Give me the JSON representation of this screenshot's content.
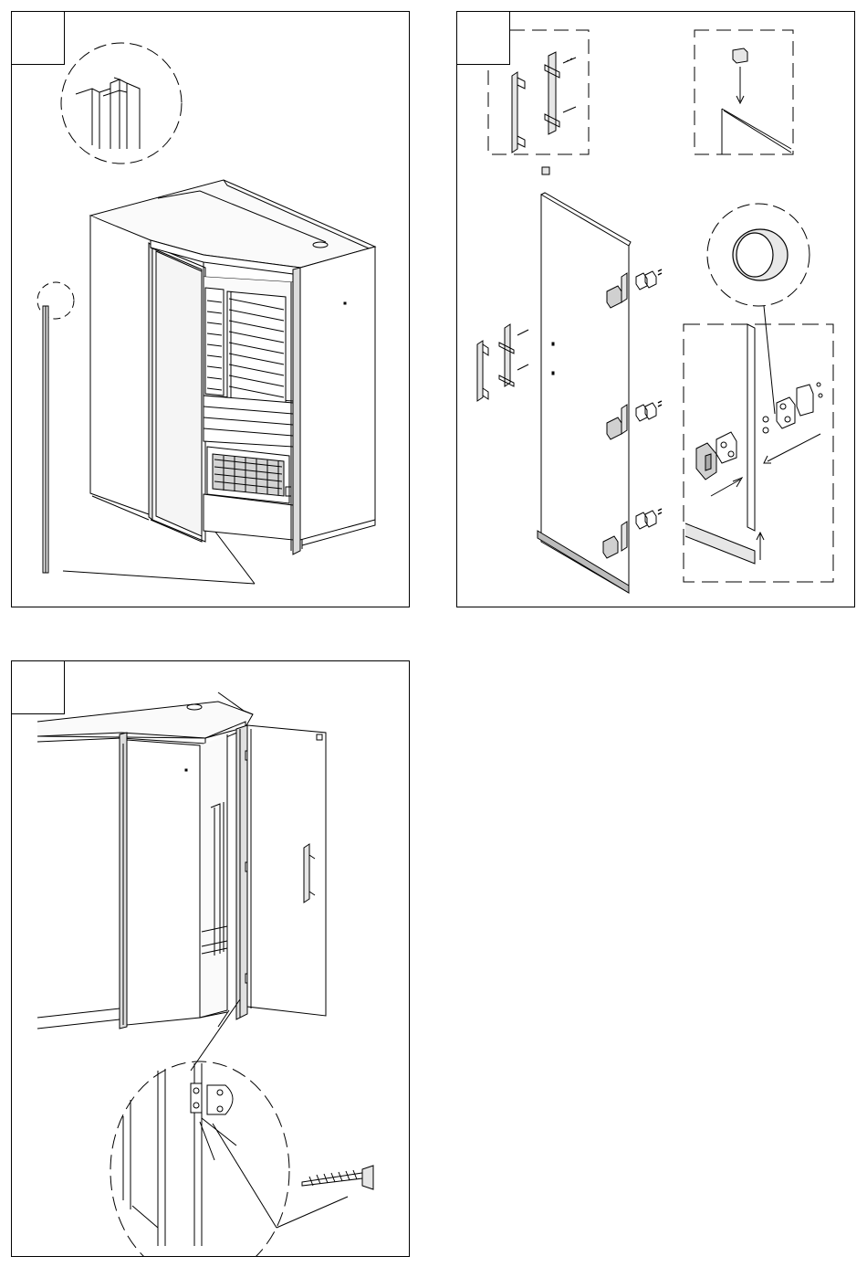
{
  "colors": {
    "line": "#000000",
    "fill_dark": "#d8d8d8",
    "fill_mid": "#f0f0f0",
    "background": "#ffffff"
  },
  "steps": [
    {
      "number": "",
      "icon": "door-profile-detail"
    },
    {
      "number": "",
      "icon": "glass-door-hinge-handle-assembly"
    },
    {
      "number": "",
      "icon": "door-hinge-screw-detail"
    }
  ]
}
